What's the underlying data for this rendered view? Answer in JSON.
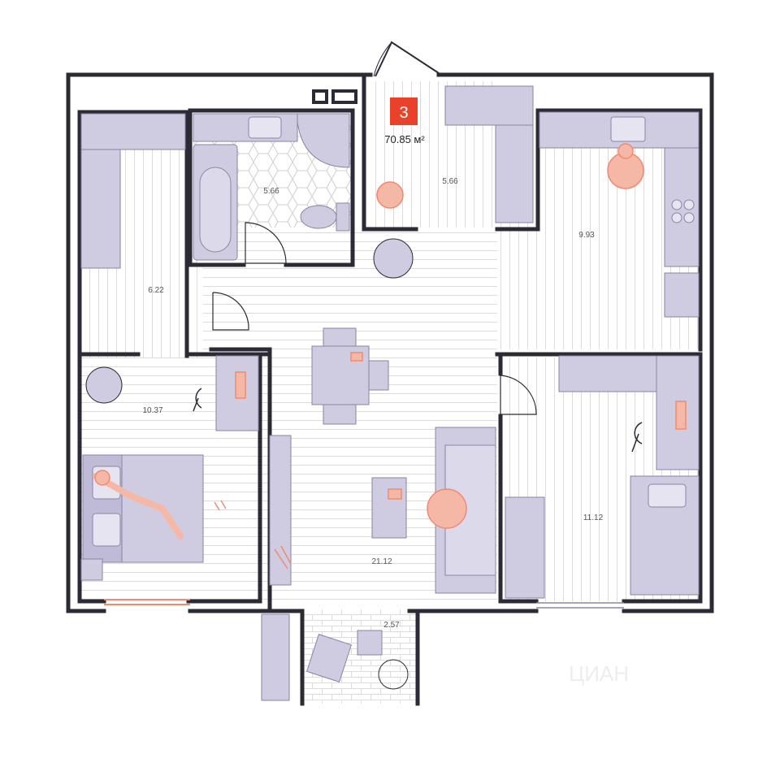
{
  "colors": {
    "wall": "#2b2b36",
    "furniture": "#cfcbe0",
    "furniture_stroke": "#8a86a6",
    "accent": "#f08a70",
    "badge": "#e8432a",
    "floor_line": "#dcdcdc"
  },
  "apartment": {
    "rooms_count": "3",
    "total_area": "70.85 м²"
  },
  "rooms": [
    {
      "id": "bathroom",
      "area": "5.66"
    },
    {
      "id": "hallway",
      "area": "5.66"
    },
    {
      "id": "kitchen",
      "area": "9.93"
    },
    {
      "id": "corridor",
      "area": "6.22"
    },
    {
      "id": "bedroom",
      "area": "10.37"
    },
    {
      "id": "living-room",
      "area": "21.12"
    },
    {
      "id": "kids-room",
      "area": "11.12"
    },
    {
      "id": "balcony",
      "area": "2.57"
    }
  ],
  "watermark": "ЦИАН"
}
